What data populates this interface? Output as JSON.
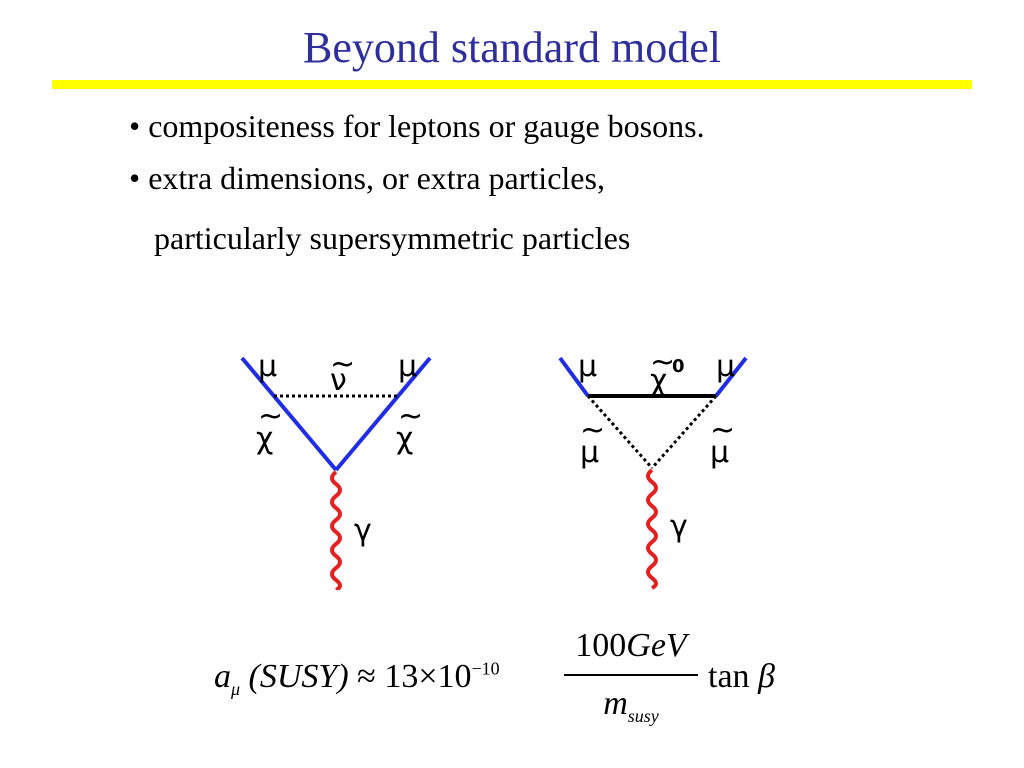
{
  "slide": {
    "title": "Beyond standard model",
    "bullets": [
      "• compositeness for leptons or gauge bosons.",
      "• extra dimensions, or extra particles,",
      "particularly supersymmetric particles"
    ]
  },
  "diagrams": {
    "left": {
      "top_left_label": "μ",
      "top_right_label": "μ",
      "top_middle_label": "ν",
      "side_left_label": "χ",
      "side_right_label": "χ",
      "photon_label": "γ"
    },
    "right": {
      "top_left_label": "μ",
      "top_right_label": "μ",
      "top_middle_label": "χ",
      "top_middle_superscript": "0",
      "side_left_label": "μ",
      "side_right_label": "μ",
      "photon_label": "γ"
    }
  },
  "formula": {
    "a": "a",
    "mu_subscript": "μ",
    "argument": "(SUSY)",
    "approx": "≈",
    "coefficient": "13×10",
    "exponent": "−10",
    "numerator_number": "100",
    "numerator_unit": "GeV",
    "denominator": "m",
    "denominator_subscript": "susy",
    "tan": "tan",
    "beta": "β"
  },
  "colors": {
    "title": "#2e2e9e",
    "rule": "#ffff00",
    "fermion_line": "#1f2ee6",
    "photon_line": "#e61f1f"
  }
}
